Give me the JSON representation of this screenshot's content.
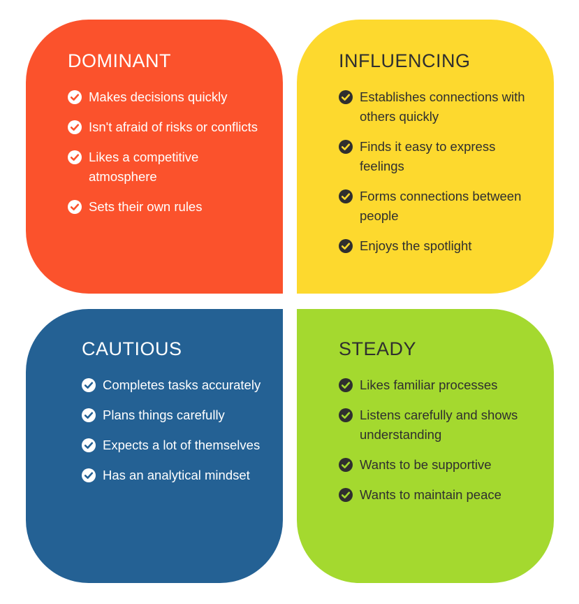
{
  "quadrants": [
    {
      "title": "DOMINANT",
      "color": "#FB522C",
      "text_color": "#FFFFFF",
      "icon": "check-circle-icon",
      "items": [
        "Makes decisions quickly",
        "Isn't afraid of risks or conflicts",
        "Likes a competitive atmosphere",
        "Sets their own rules"
      ]
    },
    {
      "title": "INFLUENCING",
      "color": "#FDD92E",
      "text_color": "#2F2F2F",
      "icon": "check-circle-icon",
      "items": [
        "Establishes connections with others quickly",
        "Finds it easy to express feelings",
        "Forms connections between people",
        "Enjoys the spotlight"
      ]
    },
    {
      "title": "CAUTIOUS",
      "color": "#246194",
      "text_color": "#FFFFFF",
      "icon": "check-circle-icon",
      "items": [
        "Completes tasks accurately",
        "Plans things carefully",
        "Expects a lot of themselves",
        "Has an analytical mindset"
      ]
    },
    {
      "title": "STEADY",
      "color": "#A4D92F",
      "text_color": "#2F2F2F",
      "icon": "check-circle-icon",
      "items": [
        "Likes familiar processes",
        "Listens carefully and shows understanding",
        "Wants to be supportive",
        "Wants to maintain peace"
      ]
    }
  ]
}
